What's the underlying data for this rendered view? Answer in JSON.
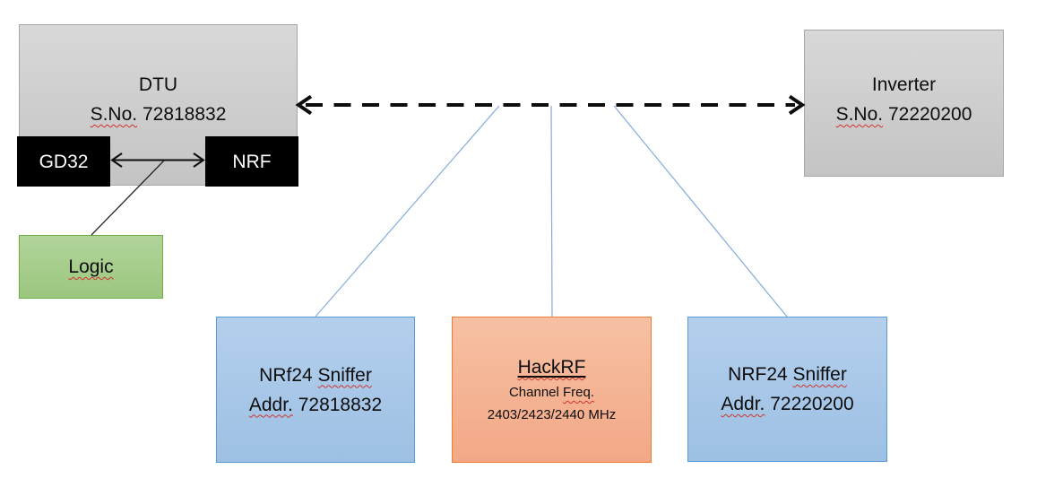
{
  "nodes": {
    "dtu": {
      "title": "DTU",
      "serial_label": "S.No.",
      "serial_value": " 72818832"
    },
    "gd32": {
      "label": "GD32"
    },
    "nrf": {
      "label": "NRF"
    },
    "logic": {
      "label": "Logic"
    },
    "inverter": {
      "title": "Inverter",
      "serial_label": "S.No.",
      "serial_value": " 72220200"
    },
    "sniffer_left": {
      "name_head": "NRf24 ",
      "name_tail": "Sniffer",
      "addr_label": "Addr.",
      "addr_value": " 72818832"
    },
    "hackrf": {
      "title": "HackRF",
      "freq_head": "Channel ",
      "freq_tail": "Freq.",
      "channels": "2403/2423/2440 MHz"
    },
    "sniffer_right": {
      "name_head": "NRF24 ",
      "name_tail": "Sniffer",
      "addr_label": "Addr.",
      "addr_value": " 72220200"
    }
  },
  "colors": {
    "gray_fill": "#cccccc",
    "gray_border": "#a6a6a6",
    "chip_fill": "#000000",
    "chip_text": "#ffffff",
    "green_fill": "#a9d18e",
    "green_border": "#70ad47",
    "blue_fill": "#a9c7e8",
    "blue_border": "#5b9bd5",
    "orange_fill": "#f5b294",
    "orange_border": "#ed7d31",
    "connector_blue": "#84abdb",
    "link_black": "#0d0d0d",
    "spellcheck_red": "#d0342c"
  },
  "icons": {
    "dashed_link": "double-headed-dashed-arrow",
    "chip_link": "double-headed-arrow"
  }
}
